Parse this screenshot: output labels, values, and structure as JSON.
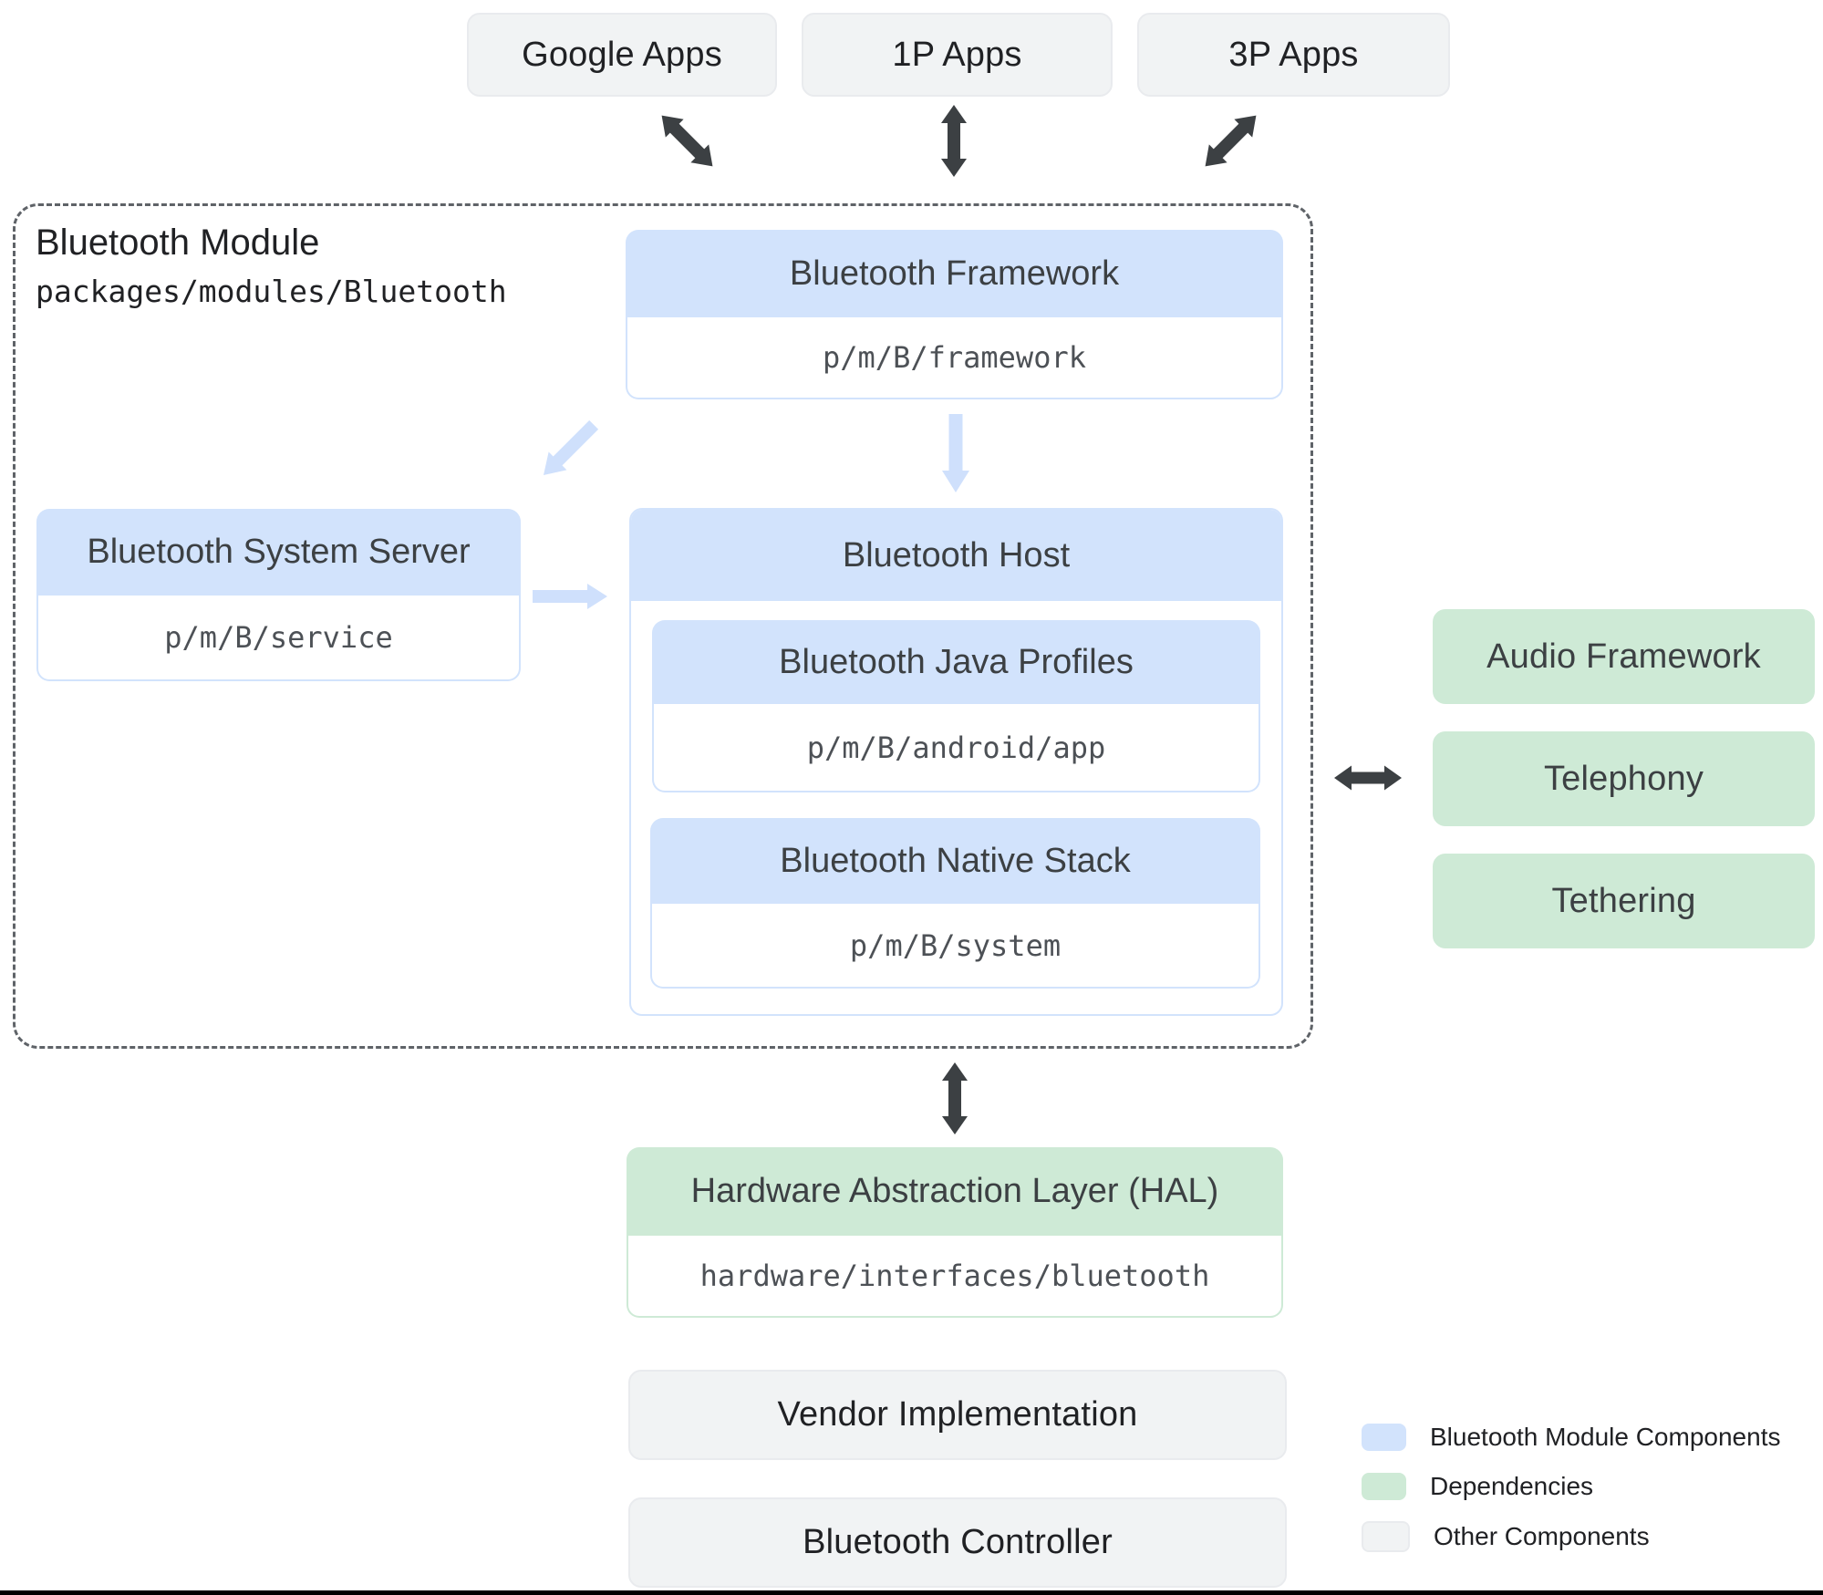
{
  "palette": {
    "module_blue": "#d2e3fc",
    "dependency_green": "#ceead6",
    "other_gray": "#f1f3f4",
    "arrow_dark": "#3c4043",
    "arrow_light_blue": "#cfe0fc"
  },
  "apps": {
    "google": "Google Apps",
    "first_party": "1P Apps",
    "third_party": "3P Apps"
  },
  "module": {
    "title": "Bluetooth Module",
    "path": "packages/modules/Bluetooth",
    "framework": {
      "title": "Bluetooth Framework",
      "path": "p/m/B/framework"
    },
    "system_server": {
      "title": "Bluetooth System Server",
      "path": "p/m/B/service"
    },
    "host": {
      "title": "Bluetooth Host",
      "java_profiles": {
        "title": "Bluetooth Java Profiles",
        "path": "p/m/B/android/app"
      },
      "native_stack": {
        "title": "Bluetooth Native Stack",
        "path": "p/m/B/system"
      }
    }
  },
  "dependencies": {
    "audio": "Audio Framework",
    "telephony": "Telephony",
    "tethering": "Tethering"
  },
  "hal": {
    "title": "Hardware Abstraction Layer (HAL)",
    "path": "hardware/interfaces/bluetooth"
  },
  "vendor": "Vendor Implementation",
  "controller": "Bluetooth Controller",
  "legend": {
    "module_components": "Bluetooth Module Components",
    "dependencies": "Dependencies",
    "other_components": "Other Components"
  }
}
